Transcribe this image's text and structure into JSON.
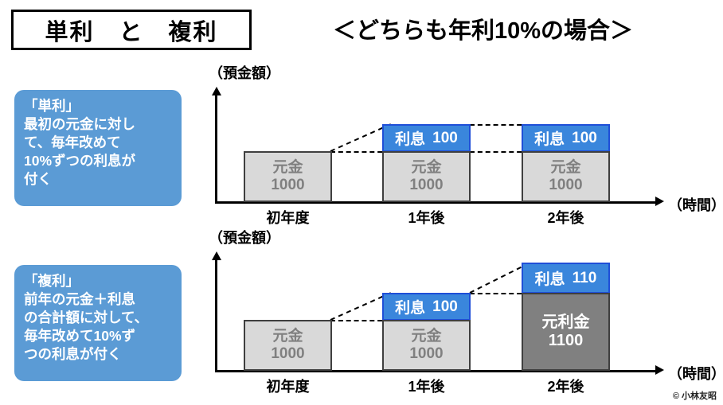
{
  "title": {
    "box_label": "単利　と　複利",
    "header_note": "＜どちらも年利10%の場合＞"
  },
  "info_boxes": [
    {
      "name": "simple-interest",
      "lines": [
        "「単利」",
        "最初の元金に対し",
        "て、毎年改めて",
        "10%ずつの利息が",
        "付く"
      ]
    },
    {
      "name": "compound-interest",
      "lines": [
        "「複利」",
        "前年の元金＋利息",
        "の合計額に対して、",
        "毎年改めて10%ず",
        "つの利息が付く"
      ]
    }
  ],
  "charts": [
    {
      "name": "simple-interest-chart",
      "y_axis_label": "（預金額）",
      "x_axis_label": "（時間）",
      "ticks": [
        "初年度",
        "1年後",
        "2年後"
      ],
      "bars": [
        {
          "tick": "初年度",
          "principal_label": "元金",
          "principal_value": "1000",
          "interest_label": "",
          "interest_value": ""
        },
        {
          "tick": "1年後",
          "principal_label": "元金",
          "principal_value": "1000",
          "interest_label": "利息",
          "interest_value": "100"
        },
        {
          "tick": "2年後",
          "principal_label": "元金",
          "principal_value": "1000",
          "interest_label": "利息",
          "interest_value": "100"
        }
      ]
    },
    {
      "name": "compound-interest-chart",
      "y_axis_label": "（預金額）",
      "x_axis_label": "（時間）",
      "ticks": [
        "初年度",
        "1年後",
        "2年後"
      ],
      "bars": [
        {
          "tick": "初年度",
          "principal_label": "元金",
          "principal_value": "1000",
          "interest_label": "",
          "interest_value": ""
        },
        {
          "tick": "1年後",
          "principal_label": "元金",
          "principal_value": "1000",
          "interest_label": "利息",
          "interest_value": "100"
        },
        {
          "tick": "2年後",
          "principal_label": "元利金",
          "principal_value": "1100",
          "interest_label": "利息",
          "interest_value": "110"
        }
      ]
    }
  ],
  "chart_data": {
    "type": "bar",
    "title": "単利　と　複利",
    "subtitle": "＜どちらも年利10%の場合＞",
    "xlabel": "（時間）",
    "ylabel": "（預金額）",
    "categories": [
      "初年度",
      "1年後",
      "2年後"
    ],
    "grid": false,
    "legend": "none",
    "stacked": true,
    "charts": [
      {
        "name": "単利",
        "series": [
          {
            "name": "元金",
            "values": [
              1000,
              1000,
              1000
            ],
            "color": "#D9D9D9"
          },
          {
            "name": "利息",
            "values": [
              0,
              100,
              100
            ],
            "color": "#3A86DC"
          }
        ],
        "totals": [
          1000,
          1100,
          1100
        ]
      },
      {
        "name": "複利",
        "series": [
          {
            "name": "元金／元利金",
            "values": [
              1000,
              1000,
              1100
            ],
            "color": "#D9D9D9"
          },
          {
            "name": "利息",
            "values": [
              0,
              100,
              110
            ],
            "color": "#3A86DC"
          }
        ],
        "totals": [
          1000,
          1100,
          1210
        ]
      }
    ]
  },
  "colors": {
    "info_box_blue": "#5B9BD5",
    "interest_blue": "#3A86DC",
    "interest_border": "#1F4FD8",
    "principal_gray": "#D9D9D9",
    "principal_dark_gray": "#808080",
    "bar_border": "#3F3F3F"
  },
  "copyright": "© 小林友昭"
}
